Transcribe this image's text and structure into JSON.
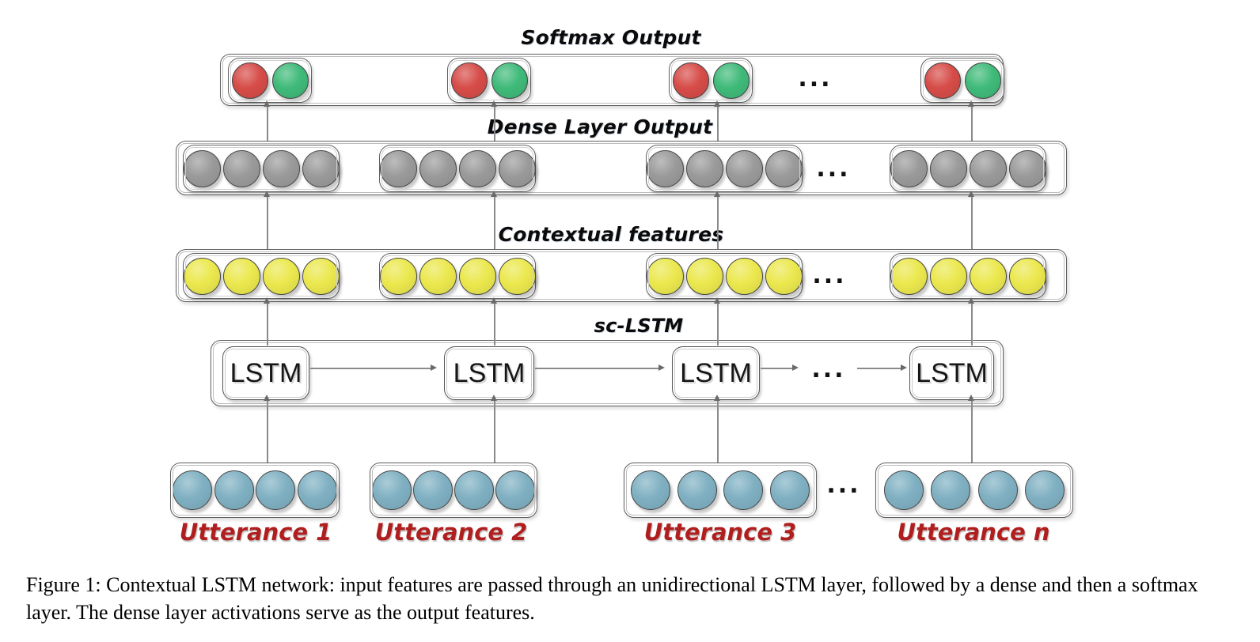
{
  "figure": {
    "titles": {
      "softmax": "Softmax Output",
      "dense": "Dense Layer Output",
      "contextual": "Contextual features",
      "sc_lstm": "sc-LSTM"
    },
    "lstm_unit_label": "LSTM",
    "ellipsis": "...",
    "utterances": [
      "Utterance 1",
      "Utterance 2",
      "Utterance 3",
      "Utterance n"
    ],
    "structure": {
      "softmax_groups": 4,
      "neurons_per_softmax_group": 2,
      "dense_groups": 4,
      "neurons_per_dense_group": 4,
      "contextual_groups": 4,
      "neurons_per_contextual_group": 4,
      "lstm_units": 4,
      "utterance_boxes": 4,
      "neurons_per_utterance_box": 4
    },
    "colors": {
      "softmax_red": "#d64c48",
      "softmax_green": "#3fba79",
      "dense_gray": "#9a9a9a",
      "contextual_yellow": "#ebe84e",
      "utterance_blue": "#7fb0c2",
      "utterance_label_red": "#b01e1e"
    },
    "caption": "Figure 1: Contextual LSTM network: input features are passed through an unidirectional LSTM layer, followed by a dense and then a softmax layer. The dense layer activations serve as the output features."
  }
}
